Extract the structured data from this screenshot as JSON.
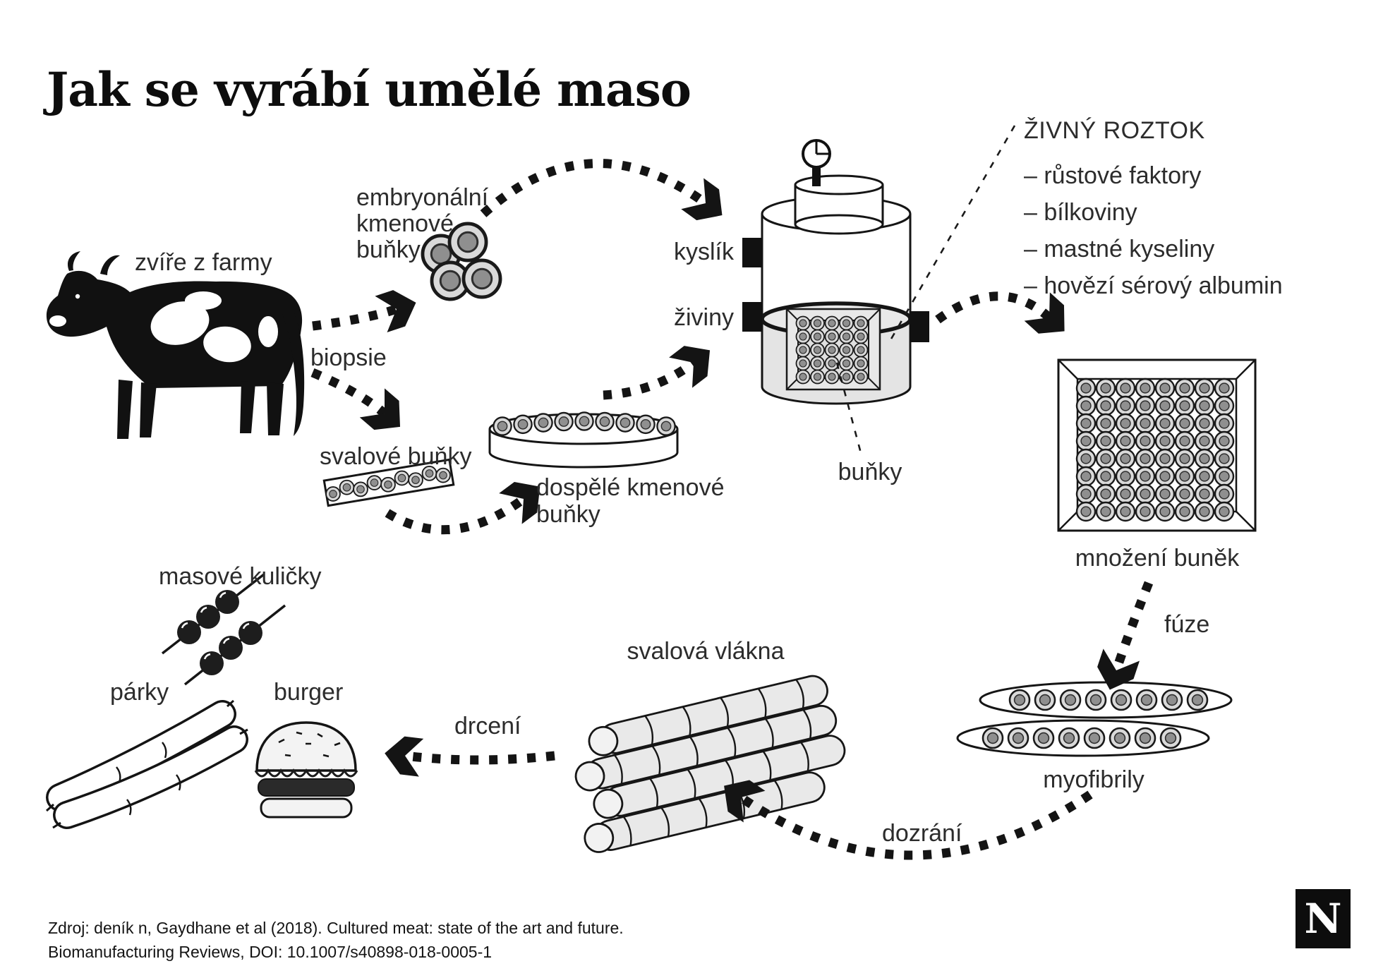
{
  "title": "Jak se vyrábí umělé maso",
  "colors": {
    "background": "#ffffff",
    "ink": "#161616",
    "cell_body": "#d9d9d9",
    "cell_nucleus": "#8f8f8f",
    "liquid": "#e4e4e4"
  },
  "labels": {
    "farm_animal": "zvíře z farmy",
    "biopsy": "biopsie",
    "embryonic_stem_cells": [
      "embryonální",
      "kmenové",
      "buňky"
    ],
    "muscle_cells": "svalové buňky",
    "adult_stem_cells": [
      "dospělé kmenové",
      "buňky"
    ],
    "oxygen": "kyslík",
    "nutrients": "živiny",
    "cells": "buňky",
    "cell_multiplication": "množení buněk",
    "fusion": "fúze",
    "myofibrils": "myofibrily",
    "maturation": "dozrání",
    "muscle_fibers": "svalová vlákna",
    "grinding": "drcení",
    "meatballs": "masové kuličky",
    "sausages": "párky",
    "burger": "burger"
  },
  "nutrient_solution": {
    "title": "ŽIVNÝ ROZTOK",
    "items": [
      "– růstové faktory",
      "– bílkoviny",
      "– mastné kyseliny",
      "– hovězí sérový albumin"
    ]
  },
  "source": {
    "line1": "Zdroj: deník n, Gaydhane et al (2018). Cultured meat: state of the art and future.",
    "line2": "Biomanufacturing Reviews, DOI: 10.1007/s40898-018-0005-1"
  },
  "logo": {
    "letter": "N"
  }
}
